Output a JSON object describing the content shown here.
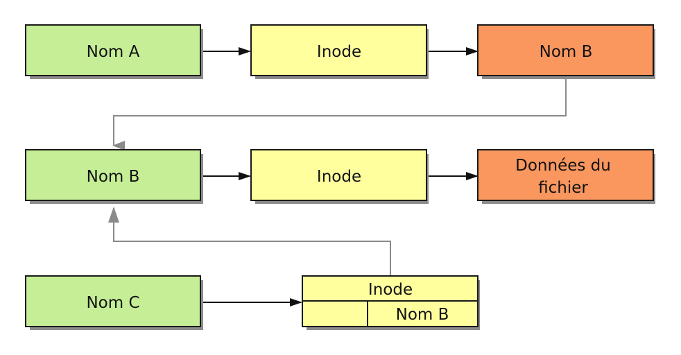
{
  "colors": {
    "name_fill": "#c6ee96",
    "inode_fill": "#ffff9e",
    "target_fill": "#f9975f",
    "border": "#1a1a1a",
    "shadow": "#8c8c8c",
    "link_line": "#8a8a8a",
    "arrow_line": "#111111"
  },
  "row1": {
    "name_a": "Nom A",
    "inode": "Inode",
    "name_b": "Nom B"
  },
  "row2": {
    "name_b": "Nom B",
    "inode": "Inode",
    "data_line1": "Données du",
    "data_line2": "fichier"
  },
  "row3": {
    "name_c": "Nom C",
    "inode": "Inode",
    "inode_content": "Nom B"
  }
}
